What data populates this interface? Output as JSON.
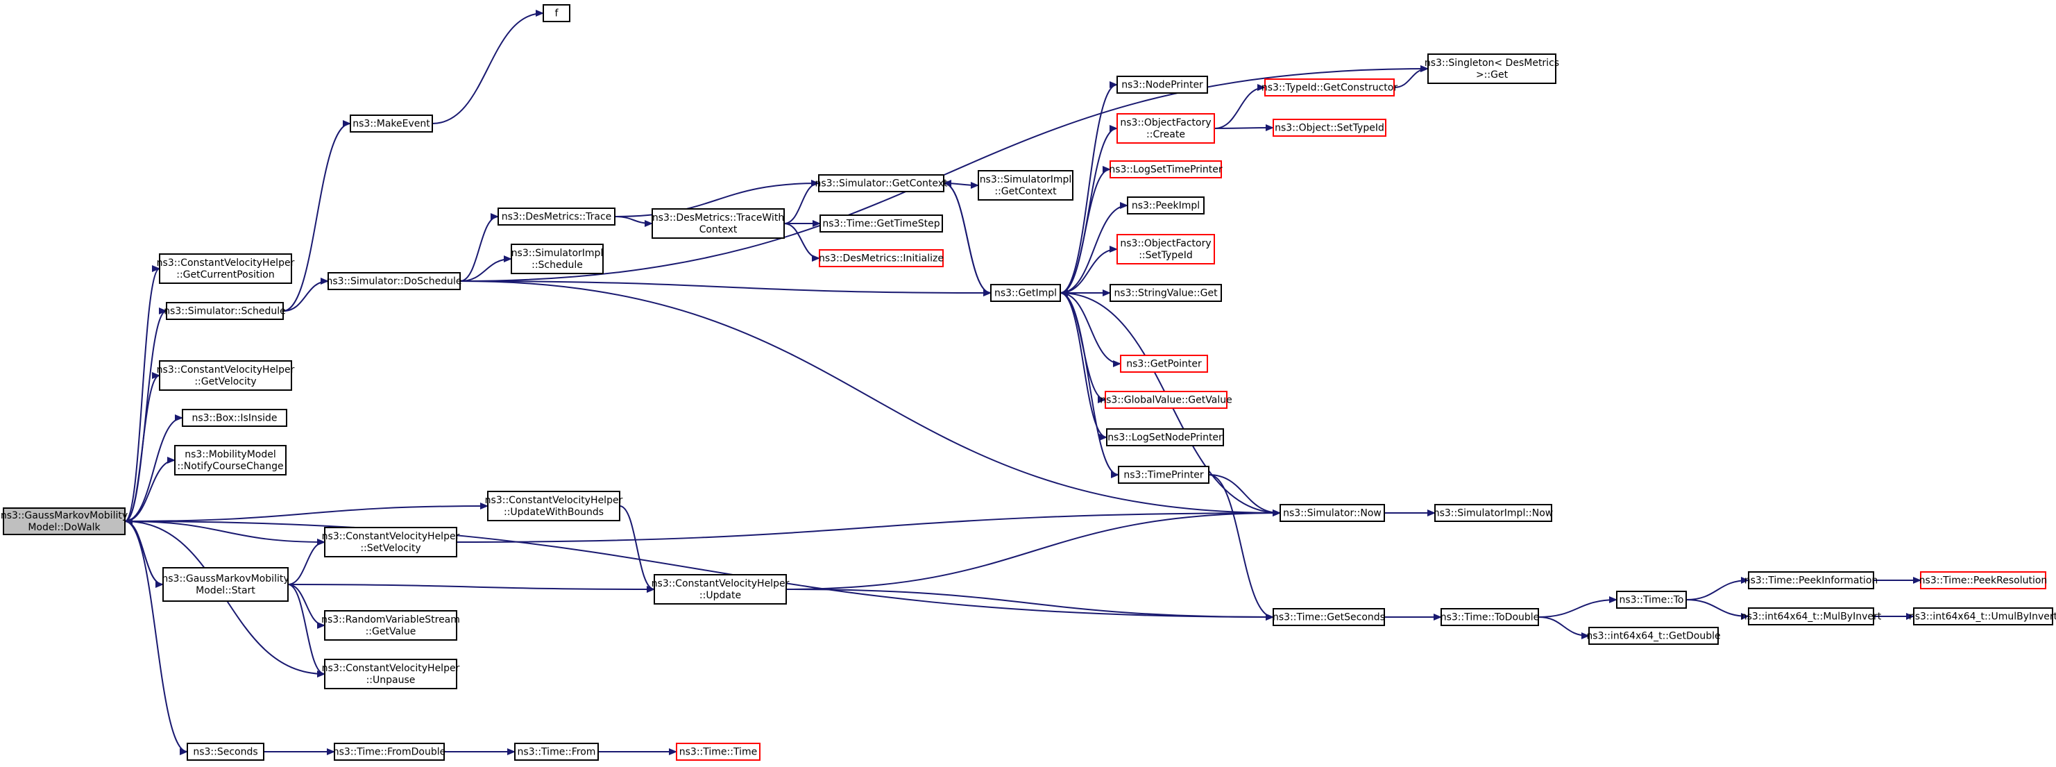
{
  "colors": {
    "edge": "#191970",
    "node_border": "#000000",
    "node_border_truncated": "#ff0000",
    "root_fill": "#bfbfbf",
    "node_fill": "#ffffff"
  },
  "nodes": {
    "root": {
      "lines": [
        "ns3::GaussMarkovMobility",
        "Model::DoWalk"
      ],
      "root": true
    },
    "cvh_getpos": {
      "lines": [
        "ns3::ConstantVelocityHelper",
        "::GetCurrentPosition"
      ]
    },
    "sim_sched": {
      "lines": [
        "ns3::Simulator::Schedule"
      ]
    },
    "cvh_getvel": {
      "lines": [
        "ns3::ConstantVelocityHelper",
        "::GetVelocity"
      ]
    },
    "box_inside": {
      "lines": [
        "ns3::Box::IsInside"
      ]
    },
    "mm_notify": {
      "lines": [
        "ns3::MobilityModel",
        "::NotifyCourseChange"
      ]
    },
    "gmm_start": {
      "lines": [
        "ns3::GaussMarkovMobility",
        "Model::Start"
      ]
    },
    "seconds": {
      "lines": [
        "ns3::Seconds"
      ]
    },
    "make_event": {
      "lines": [
        "ns3::MakeEvent"
      ]
    },
    "f": {
      "lines": [
        "f"
      ]
    },
    "sim_dosched": {
      "lines": [
        "ns3::Simulator::DoSchedule"
      ]
    },
    "dm_trace": {
      "lines": [
        "ns3::DesMetrics::Trace"
      ]
    },
    "simimpl_sched": {
      "lines": [
        "ns3::SimulatorImpl",
        "::Schedule"
      ]
    },
    "cvh_updbounds": {
      "lines": [
        "ns3::ConstantVelocityHelper",
        "::UpdateWithBounds"
      ]
    },
    "cvh_setvel": {
      "lines": [
        "ns3::ConstantVelocityHelper",
        "::SetVelocity"
      ]
    },
    "rvs_getval": {
      "lines": [
        "ns3::RandomVariableStream",
        "::GetValue"
      ]
    },
    "cvh_unpause": {
      "lines": [
        "ns3::ConstantVelocityHelper",
        "::Unpause"
      ]
    },
    "time_fromdouble": {
      "lines": [
        "ns3::Time::FromDouble"
      ]
    },
    "time_from": {
      "lines": [
        "ns3::Time::From"
      ]
    },
    "time_time": {
      "lines": [
        "ns3::Time::Time"
      ],
      "truncated": true
    },
    "dm_tracewith": {
      "lines": [
        "ns3::DesMetrics::TraceWith",
        "Context"
      ]
    },
    "cvh_update": {
      "lines": [
        "ns3::ConstantVelocityHelper",
        "::Update"
      ]
    },
    "sim_getctx": {
      "lines": [
        "ns3::Simulator::GetContext"
      ]
    },
    "time_getstep": {
      "lines": [
        "ns3::Time::GetTimeStep"
      ]
    },
    "dm_init": {
      "lines": [
        "ns3::DesMetrics::Initialize"
      ],
      "truncated": true
    },
    "simimpl_getctx": {
      "lines": [
        "ns3::SimulatorImpl",
        "::GetContext"
      ]
    },
    "getimpl": {
      "lines": [
        "ns3::GetImpl"
      ]
    },
    "nodeprinter": {
      "lines": [
        "ns3::NodePrinter"
      ]
    },
    "objf_create": {
      "lines": [
        "ns3::ObjectFactory",
        "::Create"
      ],
      "truncated": true
    },
    "logsettimeprinter": {
      "lines": [
        "ns3::LogSetTimePrinter"
      ],
      "truncated": true
    },
    "peekimpl": {
      "lines": [
        "ns3::PeekImpl"
      ]
    },
    "objf_settypeid": {
      "lines": [
        "ns3::ObjectFactory",
        "::SetTypeId"
      ],
      "truncated": true
    },
    "stringvalue_get": {
      "lines": [
        "ns3::StringValue::Get"
      ]
    },
    "getpointer": {
      "lines": [
        "ns3::GetPointer"
      ],
      "truncated": true
    },
    "globalvalue_get": {
      "lines": [
        "ns3::GlobalValue::GetValue"
      ],
      "truncated": true
    },
    "logsetnodeprinter": {
      "lines": [
        "ns3::LogSetNodePrinter"
      ]
    },
    "timeprinter": {
      "lines": [
        "ns3::TimePrinter"
      ]
    },
    "typeid_getctor": {
      "lines": [
        "ns3::TypeId::GetConstructor"
      ],
      "truncated": true
    },
    "object_settypeid": {
      "lines": [
        "ns3::Object::SetTypeId"
      ],
      "truncated": true
    },
    "singleton_get": {
      "lines": [
        "ns3::Singleton< DesMetrics",
        " >::Get"
      ]
    },
    "sim_now": {
      "lines": [
        "ns3::Simulator::Now"
      ]
    },
    "simimpl_now": {
      "lines": [
        "ns3::SimulatorImpl::Now"
      ]
    },
    "time_getseconds": {
      "lines": [
        "ns3::Time::GetSeconds"
      ]
    },
    "time_todouble": {
      "lines": [
        "ns3::Time::ToDouble"
      ]
    },
    "time_to": {
      "lines": [
        "ns3::Time::To"
      ]
    },
    "int64_getdouble": {
      "lines": [
        "ns3::int64x64_t::GetDouble"
      ]
    },
    "time_peekinfo": {
      "lines": [
        "ns3::Time::PeekInformation"
      ]
    },
    "time_peekres": {
      "lines": [
        "ns3::Time::PeekResolution"
      ],
      "truncated": true
    },
    "int64_mulbyinv": {
      "lines": [
        "ns3::int64x64_t::MulByInvert"
      ]
    },
    "int64_umulbyinv": {
      "lines": [
        "ns3::int64x64_t::UmulByInvert"
      ]
    }
  },
  "edges": [
    [
      "root",
      "cvh_getpos"
    ],
    [
      "root",
      "sim_sched"
    ],
    [
      "root",
      "cvh_getvel"
    ],
    [
      "root",
      "box_inside"
    ],
    [
      "root",
      "mm_notify"
    ],
    [
      "root",
      "cvh_updbounds"
    ],
    [
      "root",
      "cvh_setvel"
    ],
    [
      "root",
      "gmm_start"
    ],
    [
      "root",
      "cvh_unpause"
    ],
    [
      "root",
      "time_getseconds"
    ],
    [
      "root",
      "seconds"
    ],
    [
      "gmm_start",
      "root"
    ],
    [
      "gmm_start",
      "cvh_setvel"
    ],
    [
      "gmm_start",
      "cvh_update"
    ],
    [
      "gmm_start",
      "rvs_getval"
    ],
    [
      "gmm_start",
      "cvh_unpause"
    ],
    [
      "sim_sched",
      "make_event"
    ],
    [
      "sim_sched",
      "sim_dosched"
    ],
    [
      "make_event",
      "f"
    ],
    [
      "sim_dosched",
      "singleton_get"
    ],
    [
      "sim_dosched",
      "dm_trace"
    ],
    [
      "sim_dosched",
      "simimpl_sched"
    ],
    [
      "sim_dosched",
      "getimpl"
    ],
    [
      "sim_dosched",
      "sim_now"
    ],
    [
      "dm_trace",
      "sim_getctx"
    ],
    [
      "dm_trace",
      "dm_tracewith"
    ],
    [
      "dm_tracewith",
      "sim_getctx"
    ],
    [
      "dm_tracewith",
      "time_getstep"
    ],
    [
      "dm_tracewith",
      "dm_init"
    ],
    [
      "sim_getctx",
      "simimpl_getctx"
    ],
    [
      "sim_getctx",
      "getimpl"
    ],
    [
      "getimpl",
      "sim_getctx"
    ],
    [
      "getimpl",
      "nodeprinter"
    ],
    [
      "getimpl",
      "objf_create"
    ],
    [
      "getimpl",
      "logsettimeprinter"
    ],
    [
      "getimpl",
      "peekimpl"
    ],
    [
      "getimpl",
      "objf_settypeid"
    ],
    [
      "getimpl",
      "stringvalue_get"
    ],
    [
      "getimpl",
      "getpointer"
    ],
    [
      "getimpl",
      "globalvalue_get"
    ],
    [
      "getimpl",
      "logsetnodeprinter"
    ],
    [
      "getimpl",
      "timeprinter"
    ],
    [
      "objf_create",
      "typeid_getctor"
    ],
    [
      "objf_create",
      "object_settypeid"
    ],
    [
      "typeid_getctor",
      "singleton_get"
    ],
    [
      "timeprinter",
      "sim_now"
    ],
    [
      "timeprinter",
      "time_getseconds"
    ],
    [
      "sim_now",
      "getimpl"
    ],
    [
      "sim_now",
      "simimpl_now"
    ],
    [
      "cvh_updbounds",
      "cvh_update"
    ],
    [
      "cvh_setvel",
      "sim_now"
    ],
    [
      "cvh_update",
      "sim_now"
    ],
    [
      "cvh_update",
      "time_getseconds"
    ],
    [
      "time_getseconds",
      "time_todouble"
    ],
    [
      "time_todouble",
      "time_to"
    ],
    [
      "time_todouble",
      "int64_getdouble"
    ],
    [
      "time_to",
      "time_peekinfo"
    ],
    [
      "time_to",
      "int64_mulbyinv"
    ],
    [
      "time_peekinfo",
      "time_peekres"
    ],
    [
      "int64_mulbyinv",
      "int64_umulbyinv"
    ],
    [
      "seconds",
      "time_fromdouble"
    ],
    [
      "time_fromdouble",
      "time_from"
    ],
    [
      "time_from",
      "time_time"
    ]
  ]
}
